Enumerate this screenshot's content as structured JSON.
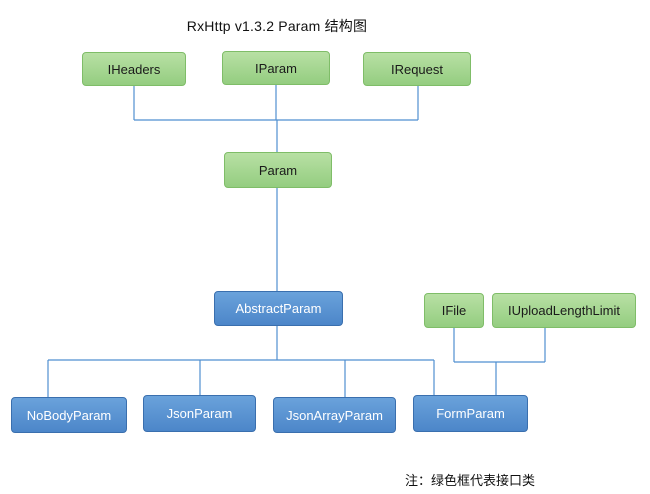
{
  "title": "RxHttp v1.3.2 Param 结构图",
  "nodes": {
    "iheaders": "IHeaders",
    "iparam": "IParam",
    "irequest": "IRequest",
    "param": "Param",
    "abstract_param": "AbstractParam",
    "ifile": "IFile",
    "iupload": "IUploadLengthLimit",
    "nobody": "NoBodyParam",
    "json": "JsonParam",
    "jsonarray": "JsonArrayParam",
    "form": "FormParam"
  },
  "note": "注：绿色框代表接口类",
  "colors": {
    "interface_fill": "#9fd48b",
    "class_fill": "#5b94d3",
    "connector": "#4f8fd0"
  }
}
